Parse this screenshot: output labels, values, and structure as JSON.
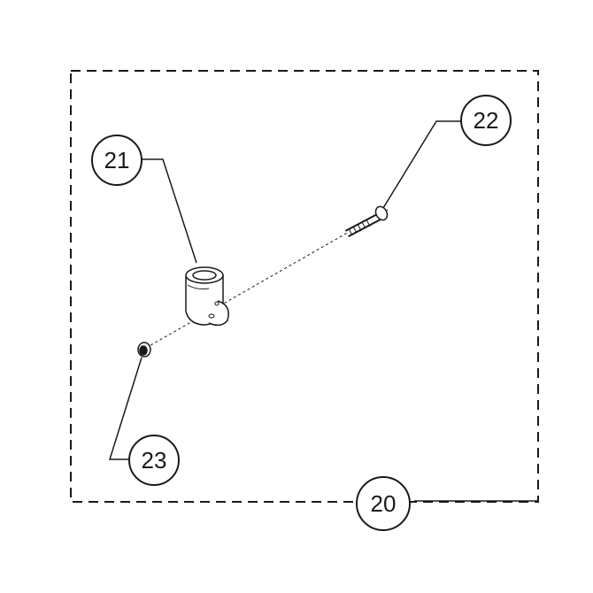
{
  "diagram": {
    "assembly": {
      "label": "20"
    },
    "callouts": [
      {
        "id": "housing",
        "label": "21"
      },
      {
        "id": "screw",
        "label": "22"
      },
      {
        "id": "nut",
        "label": "23"
      }
    ]
  },
  "colors": {
    "line": "#1a1a1a",
    "background": "#ffffff"
  }
}
